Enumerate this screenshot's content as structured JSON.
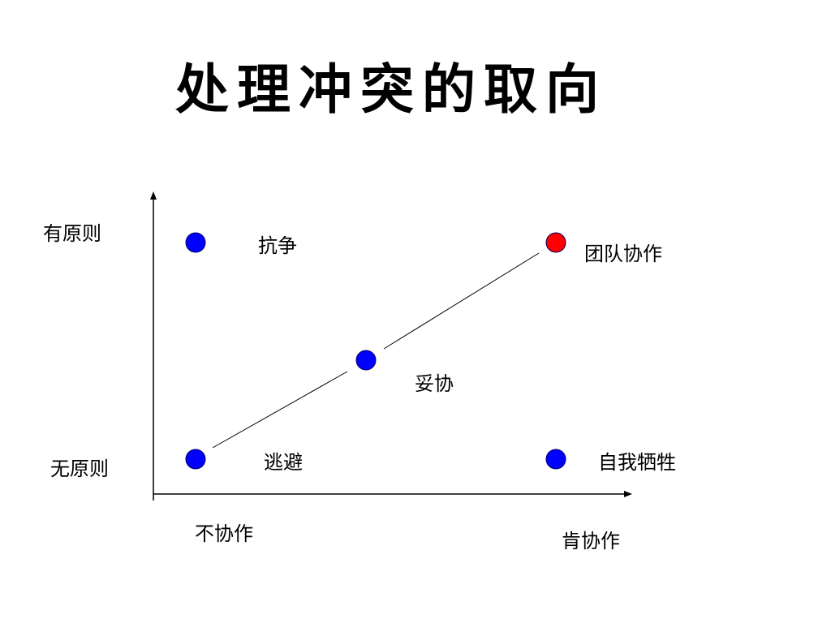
{
  "title": "处理冲突的取向",
  "axes": {
    "y_top_label": "有原则",
    "y_bottom_label": "无原则",
    "x_left_label": "不协作",
    "x_right_label": "肯协作"
  },
  "points": {
    "compete": {
      "label": "抗争",
      "principle": "有原则",
      "cooperation": "不协作"
    },
    "teamwork": {
      "label": "团队协作",
      "principle": "有原则",
      "cooperation": "肯协作"
    },
    "compromise": {
      "label": "妥协",
      "principle": "中",
      "cooperation": "中"
    },
    "avoid": {
      "label": "逃避",
      "principle": "无原则",
      "cooperation": "不协作"
    },
    "self_sacrifice": {
      "label": "自我牺牲",
      "principle": "无原则",
      "cooperation": "肯协作"
    }
  },
  "colors": {
    "point_blue": "#0000FF",
    "point_red": "#FF0000",
    "point_outline": "#000066",
    "axis": "#000000",
    "text": "#000000",
    "background": "#FFFFFF"
  }
}
